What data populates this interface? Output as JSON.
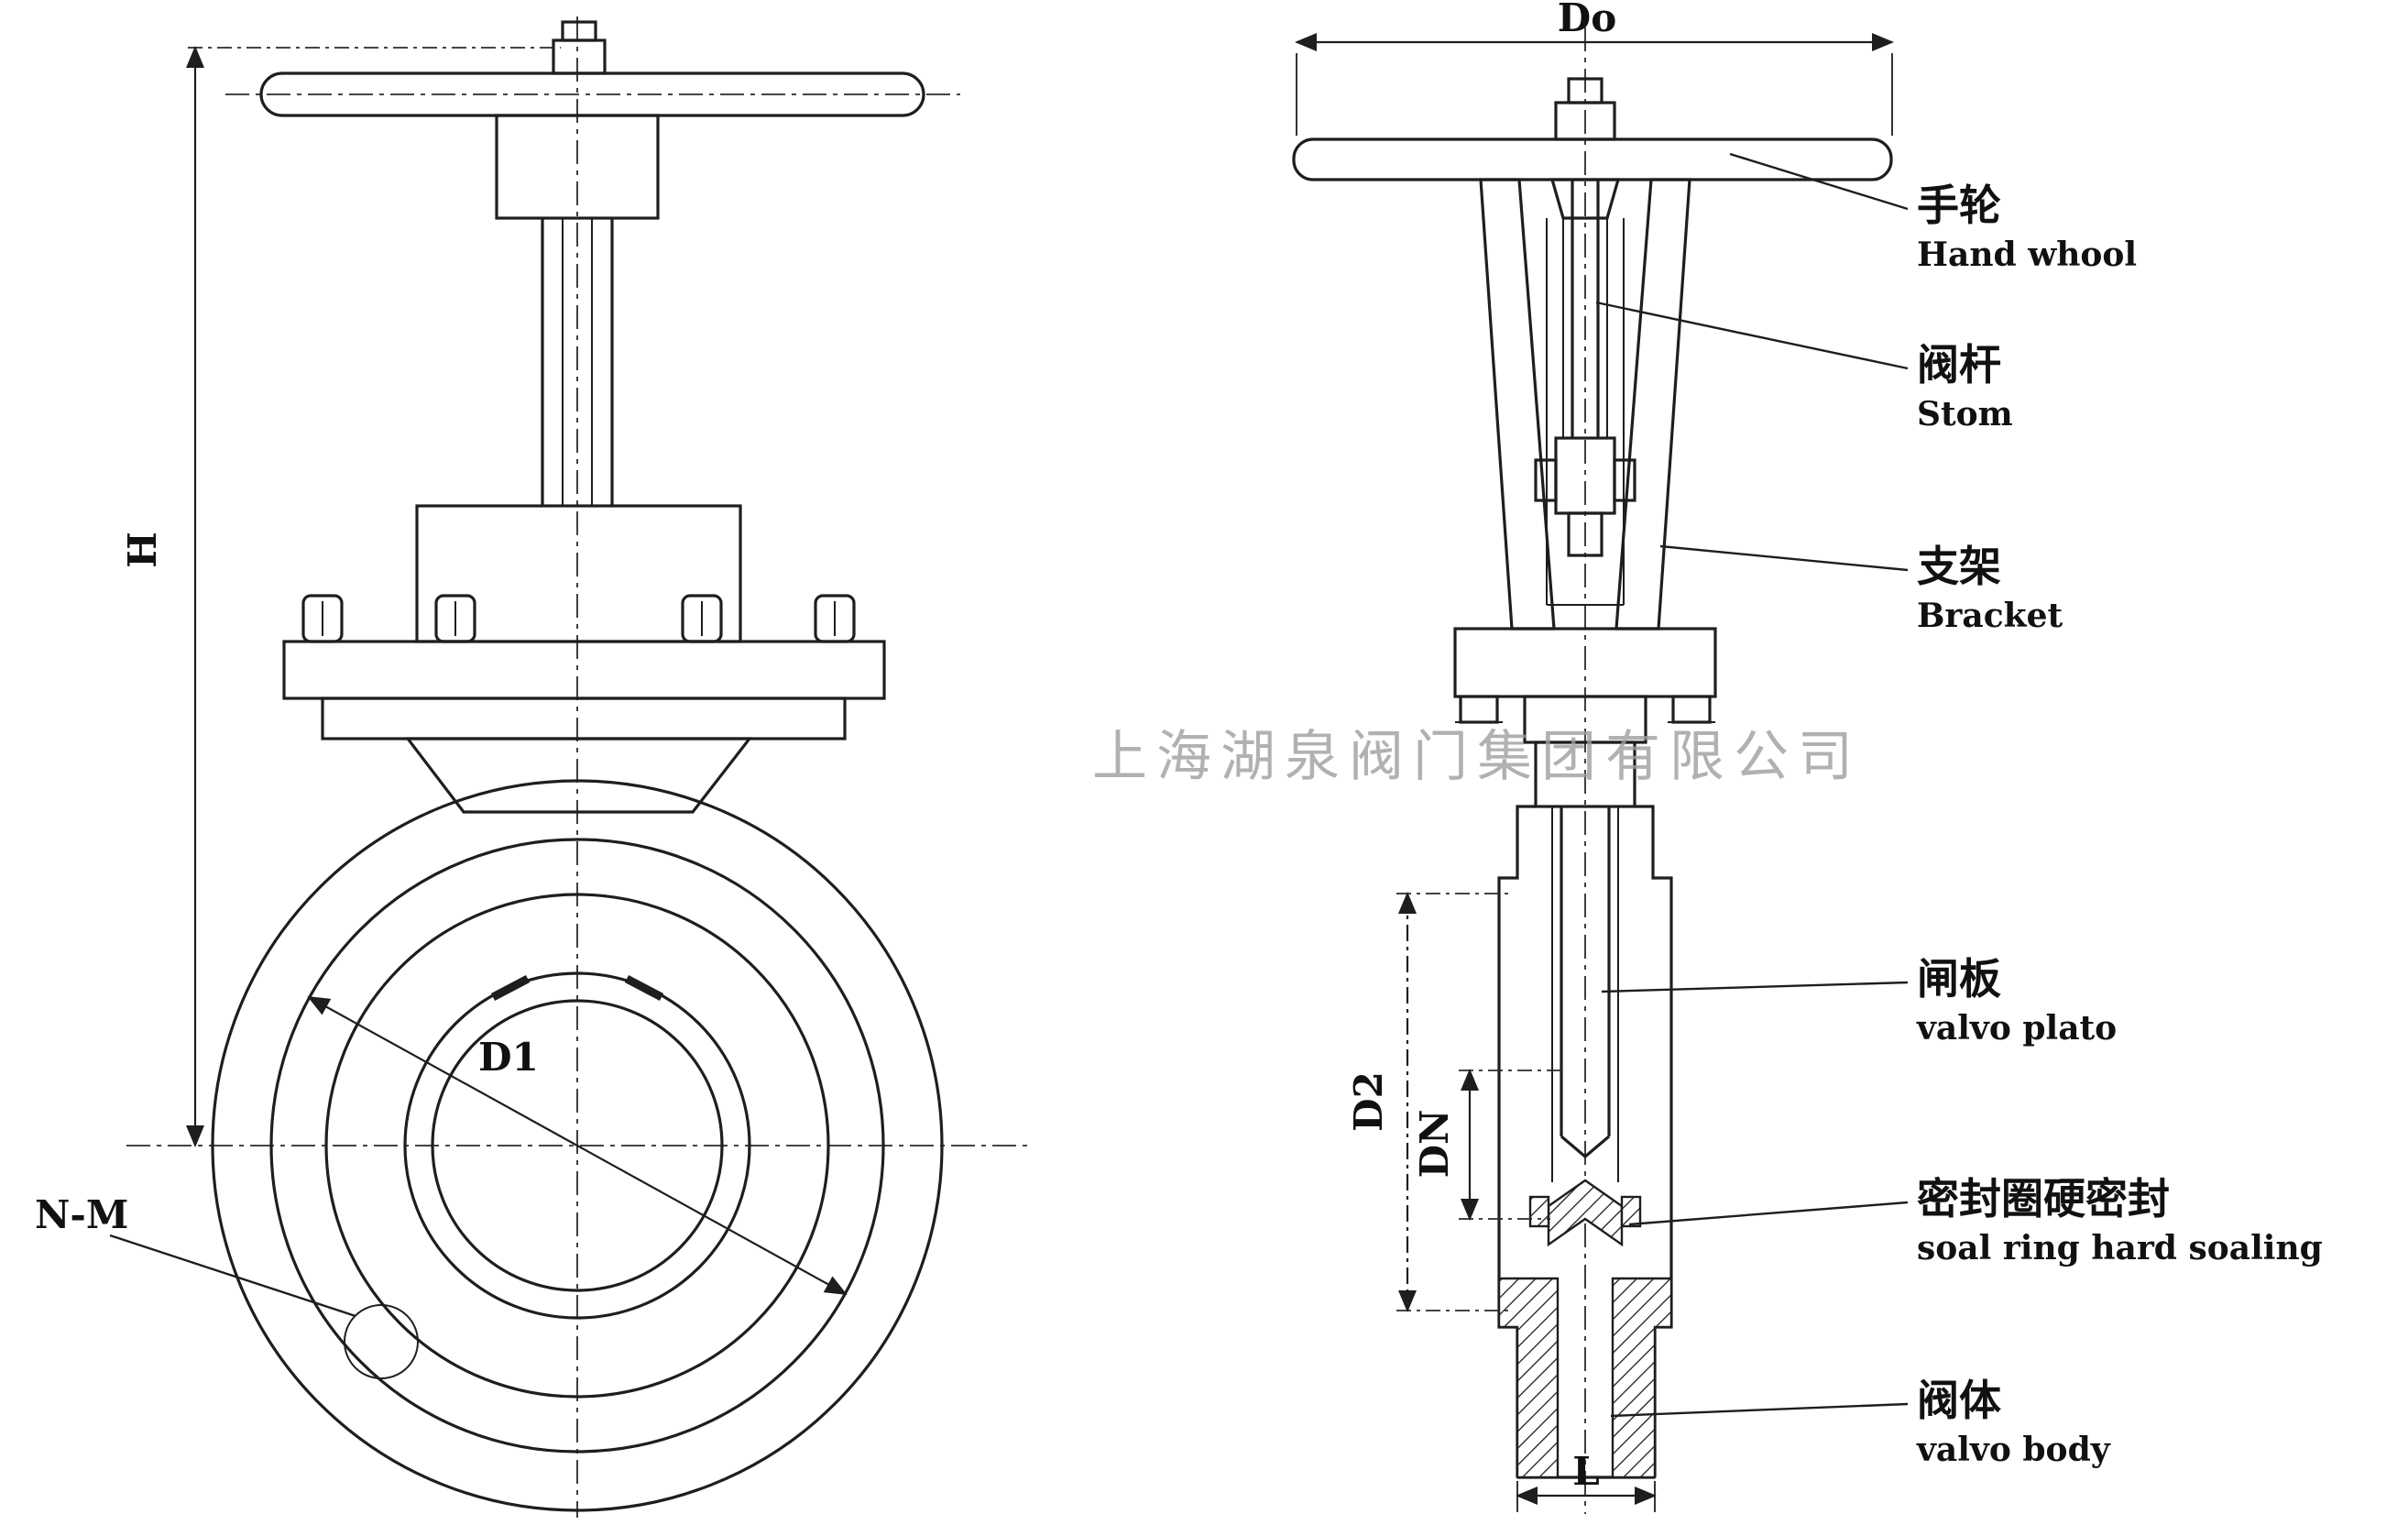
{
  "diagram": {
    "watermark": "上海湖泉阀门集团有限公司",
    "dims": {
      "H": "H",
      "D1": "D1",
      "NM": "N-M",
      "Do": "Do",
      "D2": "D2",
      "DN": "DN",
      "L": "L"
    },
    "callouts": [
      {
        "zh": "手轮",
        "en": "Hand whool"
      },
      {
        "zh": "阀杆",
        "en": "Stom"
      },
      {
        "zh": "支架",
        "en": "Bracket"
      },
      {
        "zh": "闸板",
        "en": "valvo plato"
      },
      {
        "zh": "密封圈硬密封",
        "en": "soal ring hard soaling"
      },
      {
        "zh": "阀体",
        "en": "valvo body"
      }
    ]
  }
}
